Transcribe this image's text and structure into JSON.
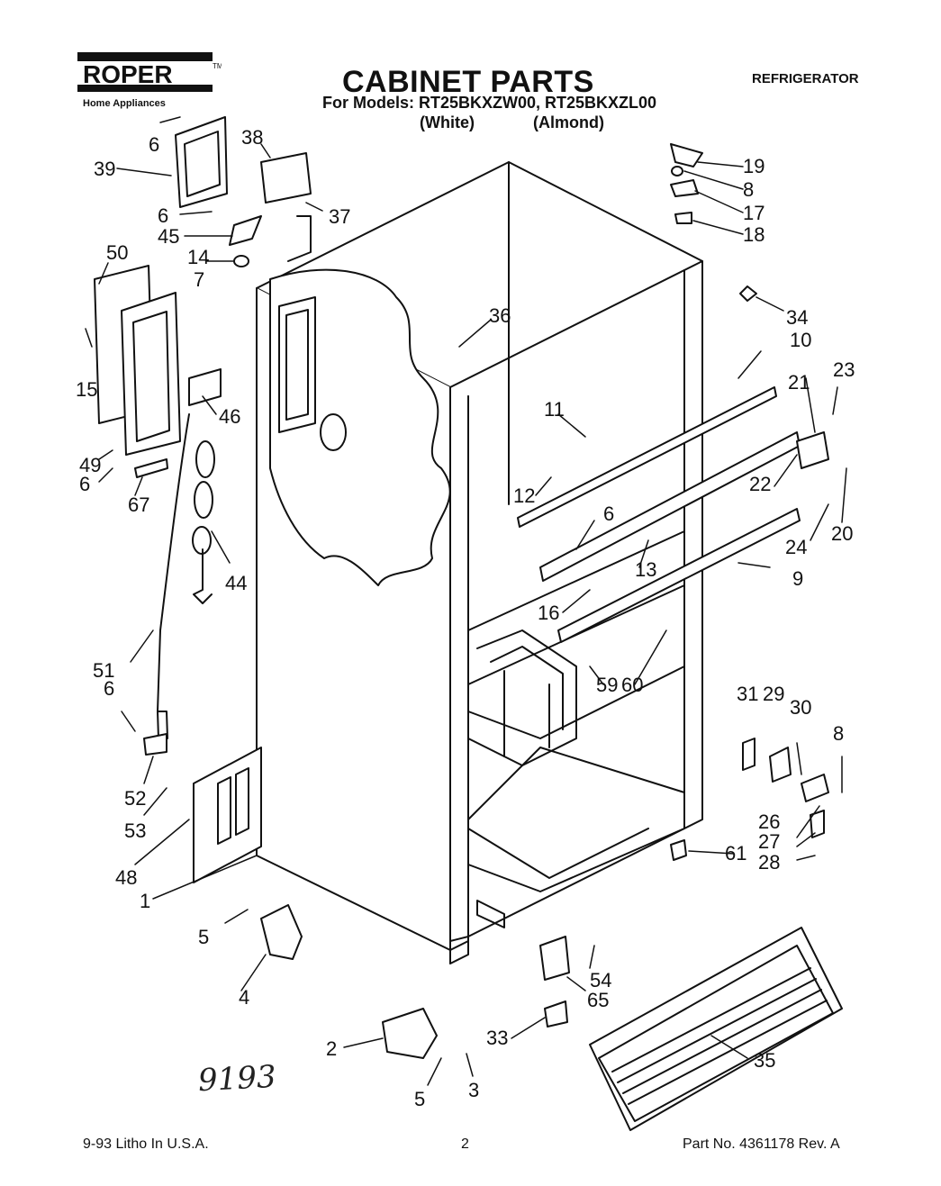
{
  "brand": {
    "name": "ROPER",
    "tagline": "Home Appliances",
    "tm": "TM"
  },
  "header": {
    "title": "CABINET PARTS",
    "category": "REFRIGERATOR",
    "models": "For Models: RT25BKXZW00, RT25BKXZL00",
    "finish_white": "(White)",
    "finish_almond": "(Almond)"
  },
  "callouts": [
    "1",
    "2",
    "3",
    "4",
    "5",
    "5",
    "6",
    "6",
    "6",
    "6",
    "6",
    "7",
    "8",
    "8",
    "9",
    "10",
    "11",
    "12",
    "13",
    "14",
    "15",
    "16",
    "17",
    "18",
    "19",
    "20",
    "21",
    "22",
    "23",
    "24",
    "26",
    "27",
    "28",
    "29",
    "30",
    "31",
    "33",
    "34",
    "35",
    "36",
    "37",
    "38",
    "39",
    "44",
    "45",
    "46",
    "48",
    "49",
    "50",
    "51",
    "52",
    "53",
    "54",
    "59",
    "60",
    "61",
    "65",
    "67"
  ],
  "handwritten_note": "9193",
  "footer": {
    "print_info": "9-93 Litho In U.S.A.",
    "page_number": "2",
    "part_number": "Part No. 4361178 Rev. A"
  }
}
